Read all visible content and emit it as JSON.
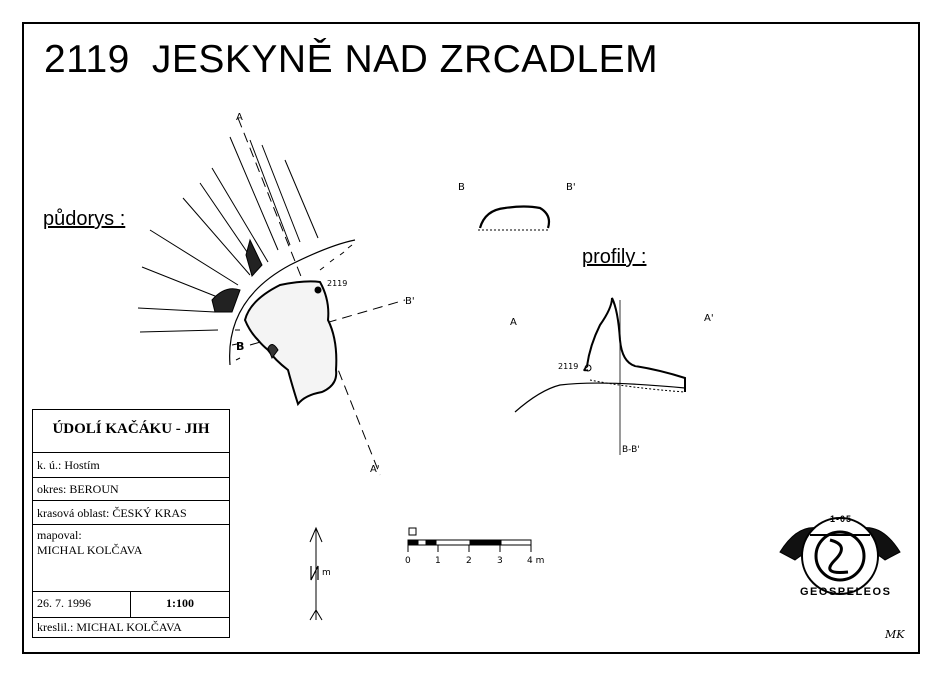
{
  "title": {
    "number": "2119",
    "name": "JESKYNĚ NAD ZRCADLEM"
  },
  "labels": {
    "pudorys": "půdorys :",
    "profily": "profily :",
    "point_code": "2119",
    "section_a": "A",
    "section_a_prime": "A'",
    "section_b": "B",
    "section_b_prime": "B'",
    "section_bb": "B-B'",
    "north_unit": "m"
  },
  "scale_bar": {
    "ticks": [
      "0",
      "1",
      "2",
      "3",
      "4 m"
    ]
  },
  "infobox": {
    "heading": "ÚDOLÍ KAČÁKU - JIH",
    "ku": "k. ú.: Hostím",
    "okres": "okres: BEROUN",
    "oblast": "krasová oblast: ČESKÝ KRAS",
    "mapoval_label": "mapoval:",
    "mapoval_name": "MICHAL KOLČAVA",
    "date": "26. 7. 1996",
    "scale": "1:100",
    "kreslil": "kreslil.: MICHAL KOLČAVA"
  },
  "logo": {
    "code": "1-05",
    "name": "GEOSPELEOS"
  },
  "signature": "MK"
}
